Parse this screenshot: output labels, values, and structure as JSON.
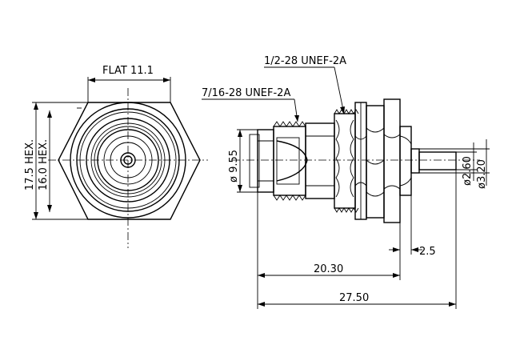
{
  "drawing": {
    "flat_label": "FLAT 11.1",
    "hex_outer_label": "17.5 HEX.",
    "hex_inner_label": "16.0 HEX.",
    "thread_outer_label": "1/2-28 UNEF-2A",
    "thread_inner_label": "7/16-28 UNEF-2A",
    "dia_body_label": "ø 9.55",
    "dia_pin_label": "ø2.60",
    "dia_shoulder_label": "ø3.20",
    "dim_small_label": "2.5",
    "dim_mid_label": "20.30",
    "dim_total_label": "27.50"
  }
}
